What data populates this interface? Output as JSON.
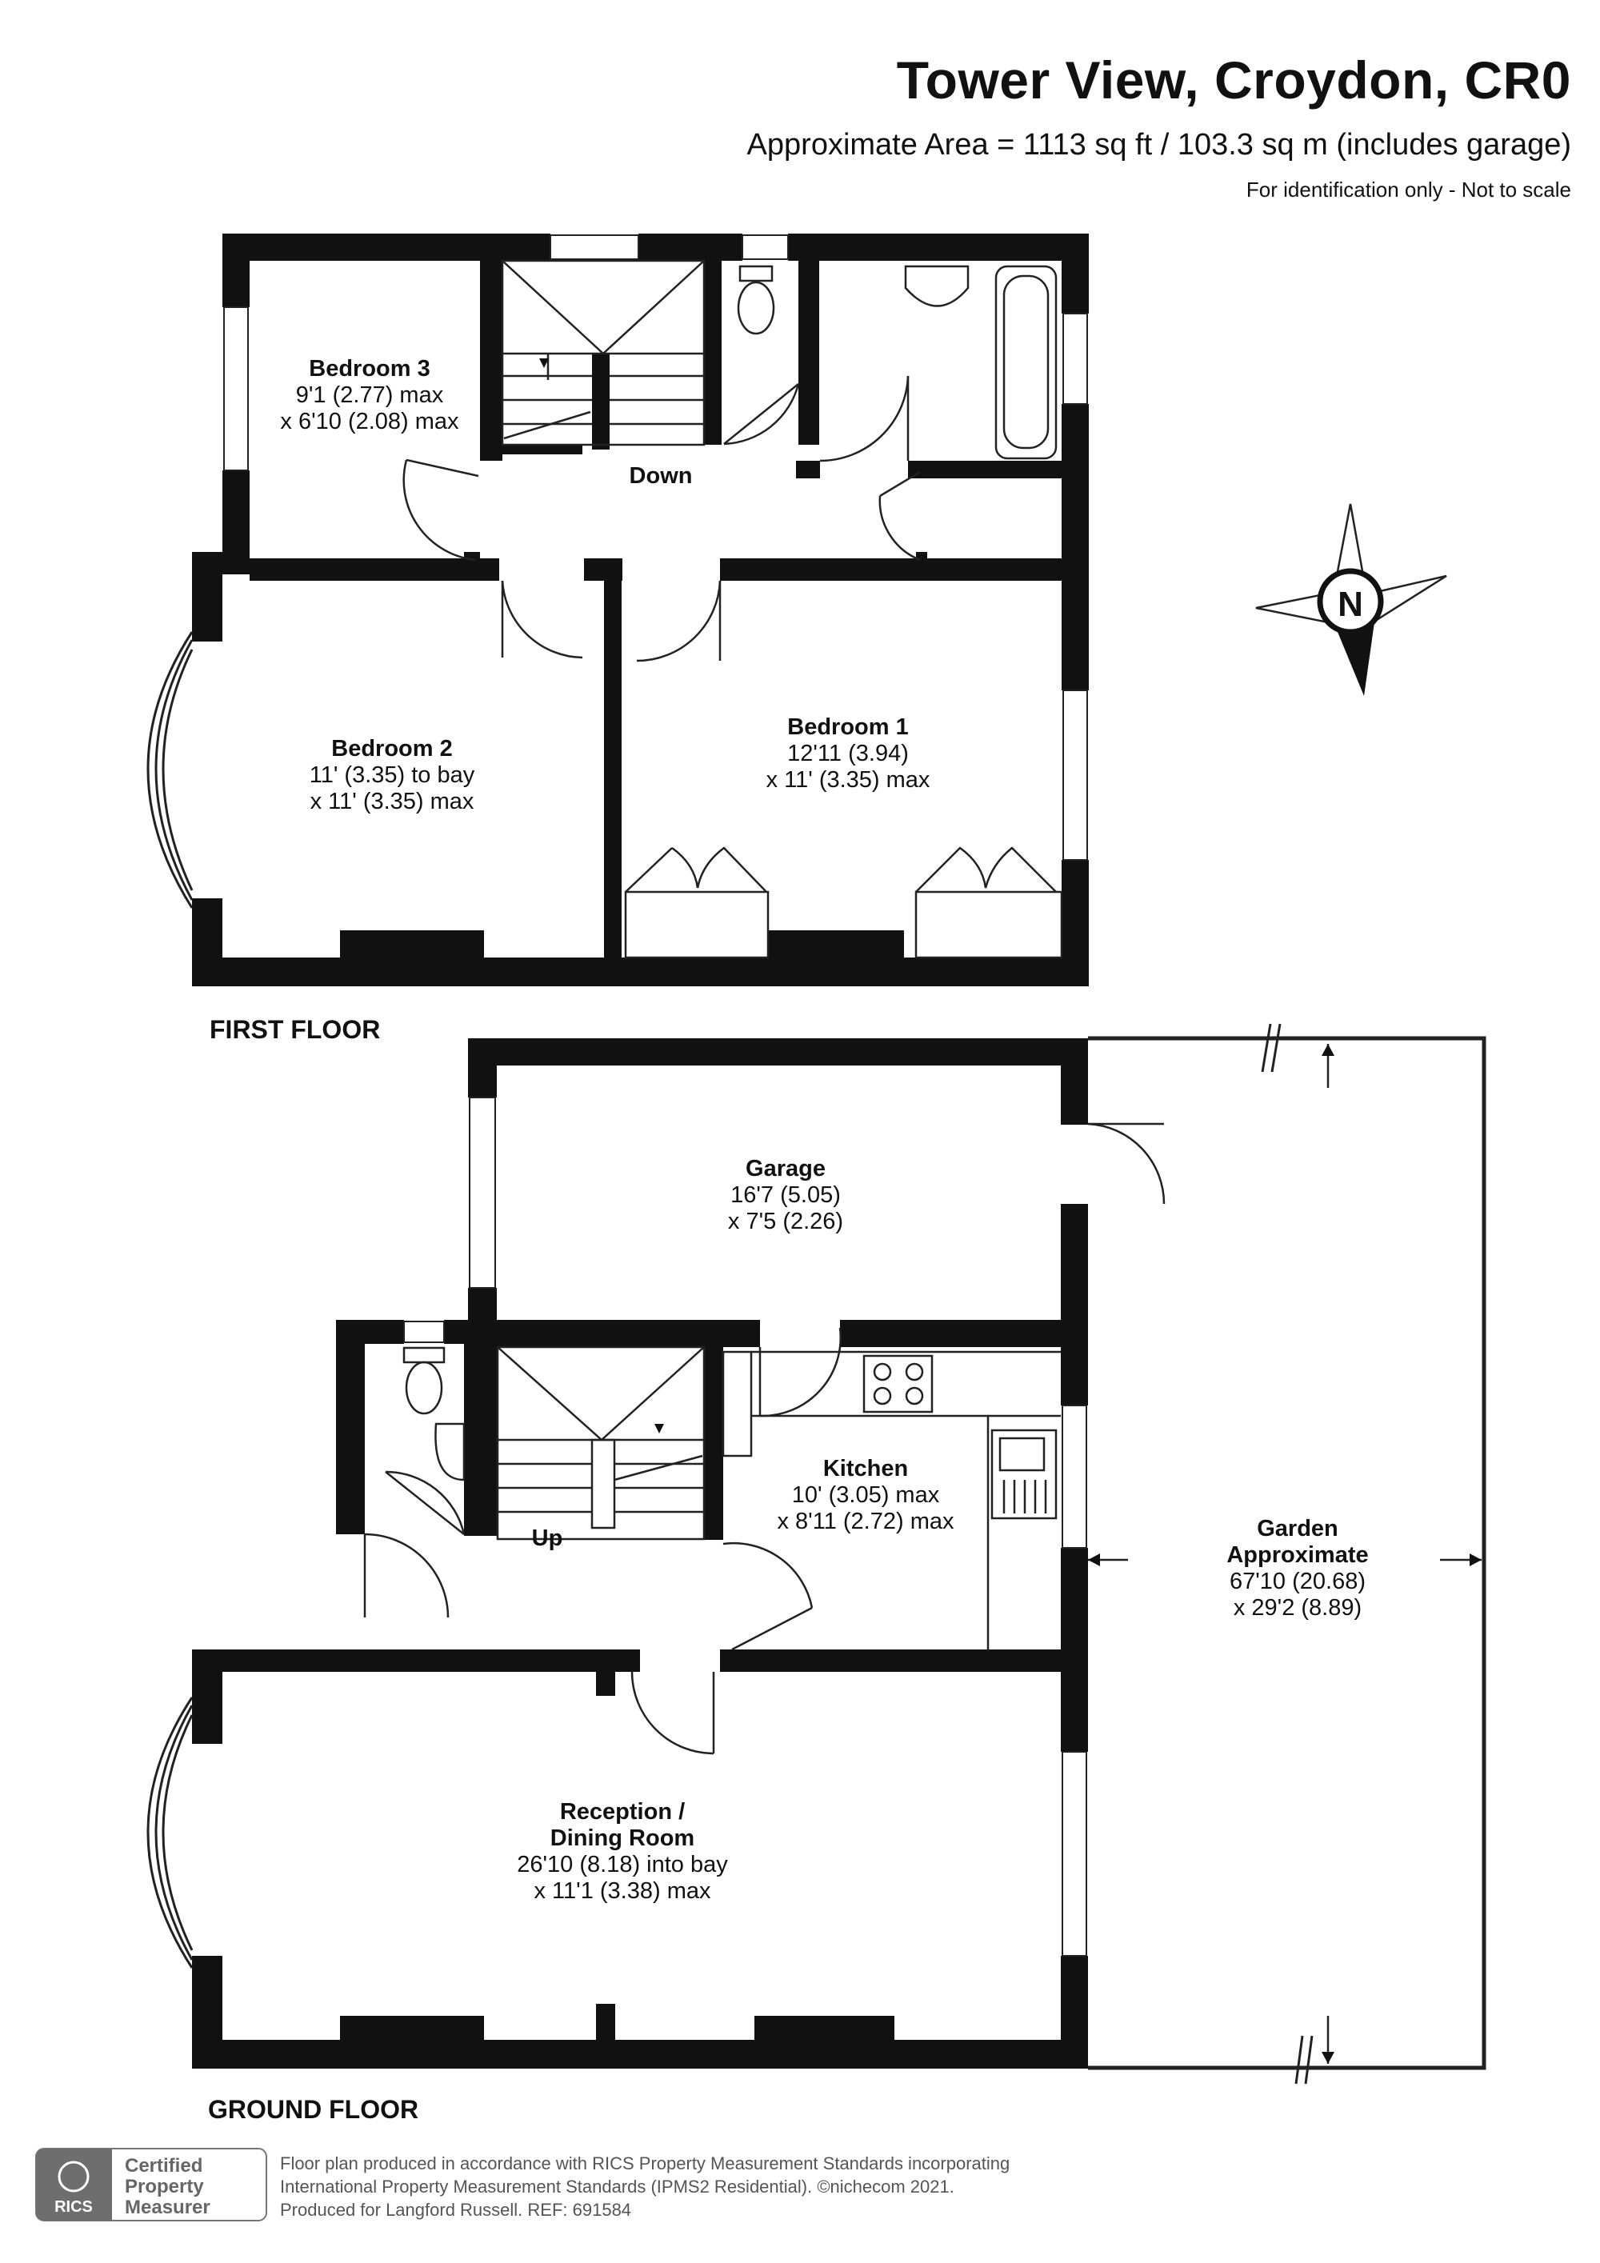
{
  "header": {
    "title": "Tower View, Croydon, CR0",
    "area": "Approximate Area = 1113 sq ft / 103.3 sq m (includes garage)",
    "note": "For identification only - Not to scale"
  },
  "compass": {
    "letter": "N"
  },
  "floors": {
    "first": "FIRST FLOOR",
    "ground": "GROUND FLOOR"
  },
  "rooms": {
    "bedroom3": {
      "name": "Bedroom 3",
      "dim1": "9'1 (2.77) max",
      "dim2": "x 6'10 (2.08) max"
    },
    "bedroom2": {
      "name": "Bedroom 2",
      "dim1": "11' (3.35) to bay",
      "dim2": "x 11' (3.35) max"
    },
    "bedroom1": {
      "name": "Bedroom 1",
      "dim1": "12'11 (3.94)",
      "dim2": "x 11' (3.35) max"
    },
    "garage": {
      "name": "Garage",
      "dim1": "16'7 (5.05)",
      "dim2": "x 7'5 (2.26)"
    },
    "kitchen": {
      "name": "Kitchen",
      "dim1": "10' (3.05) max",
      "dim2": "x 8'11 (2.72) max"
    },
    "garden": {
      "name1": "Garden",
      "name2": "Approximate",
      "dim1": "67'10 (20.68)",
      "dim2": "x 29'2 (8.89)"
    },
    "reception": {
      "name1": "Reception /",
      "name2": "Dining Room",
      "dim1": "26'10 (8.18) into bay",
      "dim2": "x 11'1 (3.38) max"
    }
  },
  "stairs": {
    "down": "Down",
    "up": "Up"
  },
  "footer": {
    "badge_rics": "RICS",
    "badge_line1": "Certified",
    "badge_line2": "Property",
    "badge_line3": "Measurer",
    "line1": "Floor plan produced in accordance with RICS Property Measurement Standards incorporating",
    "line2": "International Property Measurement Standards (IPMS2 Residential).   ©nichecom 2021.",
    "line3": "Produced for Langford Russell.   REF: 691584"
  },
  "colors": {
    "wall": "#111111",
    "line": "#222222",
    "window": "#ffffff",
    "text": "#111111",
    "footer_text": "#555555"
  }
}
